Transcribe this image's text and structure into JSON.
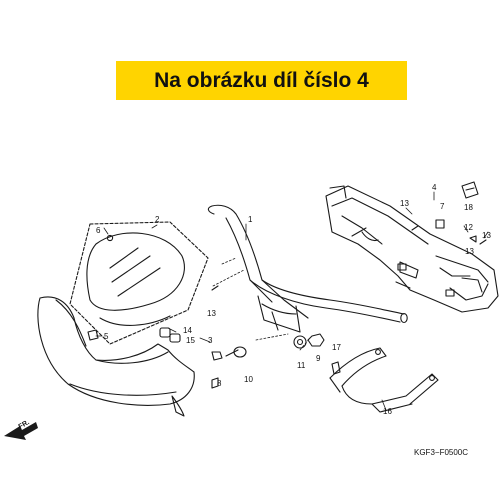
{
  "banner": {
    "text": "Na obrázku díl číslo 4",
    "background": "#ffd400"
  },
  "diagram": {
    "callouts": [
      "1",
      "2",
      "3",
      "4",
      "5",
      "6",
      "7",
      "8",
      "9",
      "10",
      "11",
      "12",
      "13",
      "13",
      "13",
      "13",
      "14",
      "15",
      "16",
      "17",
      "18"
    ],
    "direction_label": "FR.",
    "drawing_code": "KGF3−F0500C"
  }
}
